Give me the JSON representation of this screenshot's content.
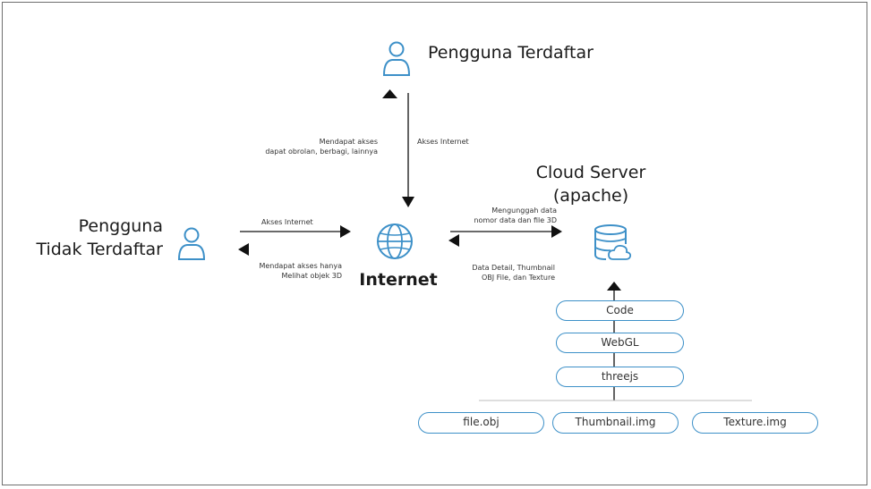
{
  "nodes": {
    "registered_user": "Pengguna Terdaftar",
    "unregistered_user_line1": "Pengguna",
    "unregistered_user_line2": "Tidak Terdaftar",
    "internet": "Internet",
    "cloud_server_line1": "Cloud Server",
    "cloud_server_line2": "(apache)"
  },
  "edge_labels": {
    "registered_to_internet": "Akses Internet",
    "internet_to_registered_line1": "Mendapat akses",
    "internet_to_registered_line2": "dapat obrolan, berbagi, lainnya",
    "unregistered_to_internet": "Akses Internet",
    "internet_to_unregistered_line1": "Mendapat akses hanya",
    "internet_to_unregistered_line2": "Melihat objek 3D",
    "internet_to_server_line1": "Mengunggah data",
    "internet_to_server_line2": "nomor data dan file 3D",
    "server_to_internet_line1": "Data Detail, Thumbnail",
    "server_to_internet_line2": "OBJ File, dan Texture"
  },
  "stack": [
    "Code",
    "WebGL",
    "threejs"
  ],
  "assets": [
    "file.obj",
    "Thumbnail.img",
    "Texture.img"
  ],
  "colors": {
    "accent": "#3d90c8",
    "line": "#111111",
    "divider": "#bcbcbc"
  },
  "icons": {
    "user": "user-icon",
    "globe": "globe-icon",
    "server": "database-cloud-icon"
  }
}
